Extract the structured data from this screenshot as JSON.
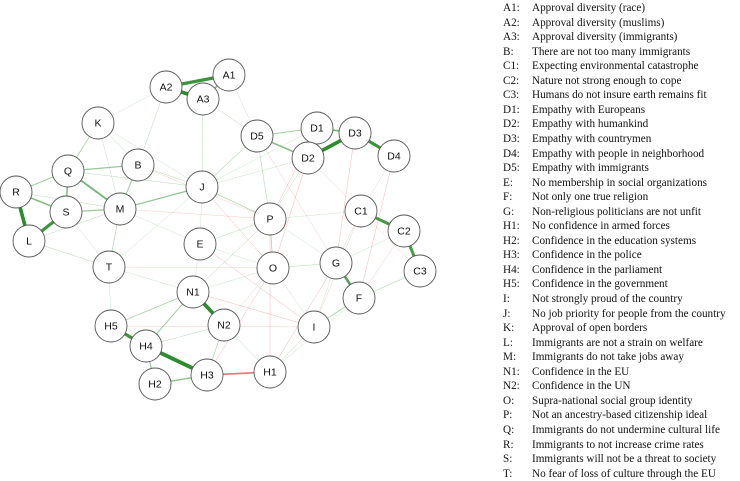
{
  "network": {
    "nodes": [
      {
        "id": "A1"
      },
      {
        "id": "A2"
      },
      {
        "id": "A3"
      },
      {
        "id": "K"
      },
      {
        "id": "D5"
      },
      {
        "id": "D1"
      },
      {
        "id": "D3"
      },
      {
        "id": "D2"
      },
      {
        "id": "D4"
      },
      {
        "id": "Q"
      },
      {
        "id": "B"
      },
      {
        "id": "R"
      },
      {
        "id": "S"
      },
      {
        "id": "M"
      },
      {
        "id": "J"
      },
      {
        "id": "L"
      },
      {
        "id": "P"
      },
      {
        "id": "C1"
      },
      {
        "id": "C2"
      },
      {
        "id": "C3"
      },
      {
        "id": "E"
      },
      {
        "id": "T"
      },
      {
        "id": "O"
      },
      {
        "id": "G"
      },
      {
        "id": "F"
      },
      {
        "id": "N1"
      },
      {
        "id": "N2"
      },
      {
        "id": "H5"
      },
      {
        "id": "I"
      },
      {
        "id": "H4"
      },
      {
        "id": "H3"
      },
      {
        "id": "H1"
      },
      {
        "id": "H2"
      }
    ],
    "edges": [
      {
        "from": "A1",
        "to": "A2",
        "weight": 3.2,
        "sign": "positive"
      },
      {
        "from": "A2",
        "to": "A3",
        "weight": 3.6,
        "sign": "positive"
      },
      {
        "from": "A1",
        "to": "A3",
        "weight": 1.6,
        "sign": "positive"
      },
      {
        "from": "D1",
        "to": "D2",
        "weight": 2.6,
        "sign": "positive"
      },
      {
        "from": "D1",
        "to": "D3",
        "weight": 1.8,
        "sign": "positive"
      },
      {
        "from": "D2",
        "to": "D3",
        "weight": 3.6,
        "sign": "positive"
      },
      {
        "from": "D3",
        "to": "D4",
        "weight": 3.2,
        "sign": "positive"
      },
      {
        "from": "D5",
        "to": "D2",
        "weight": 1.6,
        "sign": "positive"
      },
      {
        "from": "D5",
        "to": "D1",
        "weight": 0.9,
        "sign": "positive"
      },
      {
        "from": "R",
        "to": "L",
        "weight": 3.6,
        "sign": "positive"
      },
      {
        "from": "S",
        "to": "L",
        "weight": 3.2,
        "sign": "positive"
      },
      {
        "from": "R",
        "to": "S",
        "weight": 1.6,
        "sign": "positive"
      },
      {
        "from": "Q",
        "to": "S",
        "weight": 1.6,
        "sign": "positive"
      },
      {
        "from": "Q",
        "to": "M",
        "weight": 1.9,
        "sign": "positive"
      },
      {
        "from": "Q",
        "to": "R",
        "weight": 1.0,
        "sign": "positive"
      },
      {
        "from": "Q",
        "to": "B",
        "weight": 1.2,
        "sign": "positive"
      },
      {
        "from": "S",
        "to": "M",
        "weight": 1.2,
        "sign": "positive"
      },
      {
        "from": "M",
        "to": "J",
        "weight": 1.3,
        "sign": "positive"
      },
      {
        "from": "B",
        "to": "M",
        "weight": 1.0,
        "sign": "positive"
      },
      {
        "from": "K",
        "to": "Q",
        "weight": 0.8,
        "sign": "positive"
      },
      {
        "from": "C1",
        "to": "C2",
        "weight": 3.0,
        "sign": "positive"
      },
      {
        "from": "C2",
        "to": "C3",
        "weight": 3.0,
        "sign": "positive"
      },
      {
        "from": "G",
        "to": "F",
        "weight": 2.6,
        "sign": "positive"
      },
      {
        "from": "N1",
        "to": "N2",
        "weight": 3.8,
        "sign": "positive"
      },
      {
        "from": "H5",
        "to": "H4",
        "weight": 3.2,
        "sign": "positive"
      },
      {
        "from": "H4",
        "to": "H3",
        "weight": 3.8,
        "sign": "positive"
      },
      {
        "from": "H4",
        "to": "H2",
        "weight": 1.2,
        "sign": "positive"
      },
      {
        "from": "H2",
        "to": "H3",
        "weight": 1.4,
        "sign": "positive"
      },
      {
        "from": "H3",
        "to": "H1",
        "weight": 1.8,
        "sign": "negative"
      },
      {
        "from": "N1",
        "to": "H4",
        "weight": 1.0,
        "sign": "positive"
      },
      {
        "from": "N1",
        "to": "H5",
        "weight": 0.8,
        "sign": "positive"
      },
      {
        "from": "N2",
        "to": "H3",
        "weight": 0.7,
        "sign": "positive"
      },
      {
        "from": "P",
        "to": "O",
        "weight": 0.8,
        "sign": "positive"
      },
      {
        "from": "J",
        "to": "P",
        "weight": 0.7,
        "sign": "positive"
      },
      {
        "from": "O",
        "to": "G",
        "weight": 0.6,
        "sign": "positive"
      },
      {
        "from": "I",
        "to": "F",
        "weight": 0.8,
        "sign": "positive"
      },
      {
        "from": "F",
        "to": "C3",
        "weight": 0.6,
        "sign": "positive"
      },
      {
        "from": "T",
        "to": "M",
        "weight": 0.7,
        "sign": "positive"
      },
      {
        "from": "T",
        "to": "L",
        "weight": 0.5,
        "sign": "positive"
      },
      {
        "from": "E",
        "to": "P",
        "weight": 0.5,
        "sign": "positive"
      },
      {
        "from": "D5",
        "to": "J",
        "weight": 0.6,
        "sign": "positive"
      },
      {
        "from": "D5",
        "to": "P",
        "weight": 0.6,
        "sign": "positive"
      },
      {
        "from": "A3",
        "to": "J",
        "weight": 0.5,
        "sign": "positive"
      },
      {
        "from": "A2",
        "to": "B",
        "weight": 0.5,
        "sign": "positive"
      },
      {
        "from": "A3",
        "to": "D5",
        "weight": 0.5,
        "sign": "positive"
      },
      {
        "from": "K",
        "to": "B",
        "weight": 0.5,
        "sign": "positive"
      },
      {
        "from": "K",
        "to": "J",
        "weight": 0.4,
        "sign": "positive"
      },
      {
        "from": "B",
        "to": "J",
        "weight": 0.5,
        "sign": "positive"
      },
      {
        "from": "Q",
        "to": "J",
        "weight": 0.5,
        "sign": "positive"
      },
      {
        "from": "S",
        "to": "T",
        "weight": 0.4,
        "sign": "positive"
      },
      {
        "from": "R",
        "to": "M",
        "weight": 0.5,
        "sign": "positive"
      },
      {
        "from": "L",
        "to": "M",
        "weight": 0.5,
        "sign": "positive"
      },
      {
        "from": "P",
        "to": "N1",
        "weight": 0.5,
        "sign": "positive"
      },
      {
        "from": "P",
        "to": "G",
        "weight": 0.4,
        "sign": "positive"
      },
      {
        "from": "O",
        "to": "N1",
        "weight": 0.4,
        "sign": "positive"
      },
      {
        "from": "O",
        "to": "N2",
        "weight": 0.4,
        "sign": "positive"
      },
      {
        "from": "E",
        "to": "N1",
        "weight": 0.4,
        "sign": "positive"
      },
      {
        "from": "T",
        "to": "N1",
        "weight": 0.4,
        "sign": "positive"
      },
      {
        "from": "T",
        "to": "H5",
        "weight": 0.4,
        "sign": "positive"
      },
      {
        "from": "N2",
        "to": "H1",
        "weight": 0.5,
        "sign": "positive"
      },
      {
        "from": "N2",
        "to": "H4",
        "weight": 0.5,
        "sign": "positive"
      },
      {
        "from": "H5",
        "to": "H3",
        "weight": 0.5,
        "sign": "positive"
      },
      {
        "from": "I",
        "to": "H1",
        "weight": 0.5,
        "sign": "positive"
      },
      {
        "from": "G",
        "to": "C1",
        "weight": 0.4,
        "sign": "positive"
      },
      {
        "from": "G",
        "to": "C2",
        "weight": 0.4,
        "sign": "positive"
      },
      {
        "from": "P",
        "to": "C1",
        "weight": 0.4,
        "sign": "positive"
      },
      {
        "from": "D2",
        "to": "P",
        "weight": 0.4,
        "sign": "positive"
      },
      {
        "from": "D2",
        "to": "J",
        "weight": 0.4,
        "sign": "positive"
      },
      {
        "from": "D1",
        "to": "J",
        "weight": 0.4,
        "sign": "positive"
      },
      {
        "from": "D4",
        "to": "C1",
        "weight": 0.4,
        "sign": "positive"
      },
      {
        "from": "A1",
        "to": "D5",
        "weight": 0.4,
        "sign": "positive"
      },
      {
        "from": "A2",
        "to": "K",
        "weight": 0.4,
        "sign": "positive"
      },
      {
        "from": "J",
        "to": "E",
        "weight": 0.4,
        "sign": "positive"
      },
      {
        "from": "J",
        "to": "T",
        "weight": 0.4,
        "sign": "positive"
      },
      {
        "from": "O",
        "to": "I",
        "weight": 0.4,
        "sign": "positive"
      },
      {
        "from": "G",
        "to": "I",
        "weight": 0.4,
        "sign": "positive"
      },
      {
        "from": "F",
        "to": "H1",
        "weight": 0.4,
        "sign": "positive"
      },
      {
        "from": "E",
        "to": "O",
        "weight": 0.4,
        "sign": "positive"
      },
      {
        "from": "M",
        "to": "E",
        "weight": 0.4,
        "sign": "positive"
      },
      {
        "from": "K",
        "to": "M",
        "weight": 0.4,
        "sign": "positive"
      },
      {
        "from": "D1",
        "to": "P",
        "weight": 0.5,
        "sign": "negative"
      },
      {
        "from": "D3",
        "to": "G",
        "weight": 0.5,
        "sign": "negative"
      },
      {
        "from": "D4",
        "to": "F",
        "weight": 0.5,
        "sign": "negative"
      },
      {
        "from": "D2",
        "to": "O",
        "weight": 0.5,
        "sign": "negative"
      },
      {
        "from": "J",
        "to": "O",
        "weight": 0.5,
        "sign": "negative"
      },
      {
        "from": "E",
        "to": "I",
        "weight": 0.5,
        "sign": "negative"
      },
      {
        "from": "P",
        "to": "H1",
        "weight": 0.5,
        "sign": "negative"
      },
      {
        "from": "O",
        "to": "H3",
        "weight": 0.5,
        "sign": "negative"
      },
      {
        "from": "G",
        "to": "H1",
        "weight": 0.5,
        "sign": "negative"
      },
      {
        "from": "C1",
        "to": "I",
        "weight": 0.4,
        "sign": "negative"
      },
      {
        "from": "B",
        "to": "P",
        "weight": 0.4,
        "sign": "negative"
      },
      {
        "from": "M",
        "to": "P",
        "weight": 0.4,
        "sign": "negative"
      },
      {
        "from": "T",
        "to": "O",
        "weight": 0.4,
        "sign": "negative"
      },
      {
        "from": "N1",
        "to": "I",
        "weight": 0.5,
        "sign": "negative"
      },
      {
        "from": "H5",
        "to": "I",
        "weight": 0.4,
        "sign": "negative"
      },
      {
        "from": "C2",
        "to": "F",
        "weight": 0.4,
        "sign": "negative"
      },
      {
        "from": "D5",
        "to": "G",
        "weight": 0.4,
        "sign": "negative"
      },
      {
        "from": "D2",
        "to": "C3",
        "weight": 0.4,
        "sign": "negative"
      }
    ],
    "colors": {
      "positive": "#2e8b2e",
      "negative": "#d62b2b",
      "node_fill": "#ffffff",
      "node_stroke": "#555555"
    }
  },
  "legend": {
    "items": [
      {
        "code": "A1:",
        "text": "Approval  diversity (race)"
      },
      {
        "code": "A2:",
        "text": "Approval diversity (muslims)"
      },
      {
        "code": "A3:",
        "text": "Approval diversity (immigrants)"
      },
      {
        "code": "B:",
        "text": "There are not too many immigrants"
      },
      {
        "code": "C1:",
        "text": "Expecting environmental catastrophe"
      },
      {
        "code": "C2:",
        "text": "Nature not strong enough to cope"
      },
      {
        "code": "C3:",
        "text": "Humans do not insure earth remains fit"
      },
      {
        "code": "D1:",
        "text": "Empathy with Europeans"
      },
      {
        "code": "D2:",
        "text": "Empathy with humankind"
      },
      {
        "code": "D3:",
        "text": "Empathy with countrymen"
      },
      {
        "code": "D4:",
        "text": "Empathy with people in neighborhood"
      },
      {
        "code": "D5:",
        "text": "Empathy with immigrants"
      },
      {
        "code": "E:",
        "text": "No membership in social organizations"
      },
      {
        "code": "F:",
        "text": "Not only one true religion"
      },
      {
        "code": "G:",
        "text": "Non-religious politicians are not unfit"
      },
      {
        "code": "H1:",
        "text": "No confidence in armed forces"
      },
      {
        "code": "H2:",
        "text": "Confidence in the education systems"
      },
      {
        "code": "H3:",
        "text": "Confidence in the police"
      },
      {
        "code": "H4:",
        "text": "Confidence in the parliament"
      },
      {
        "code": "H5:",
        "text": "Confidence in the government"
      },
      {
        "code": "I:",
        "text": "Not strongly proud of the country"
      },
      {
        "code": "J:",
        "text": "No job priority for people from the country"
      },
      {
        "code": "K:",
        "text": "Approval of open borders"
      },
      {
        "code": "L:",
        "text": "Immigrants are not a strain on welfare"
      },
      {
        "code": "M:",
        "text": "Immigrants do not take jobs away"
      },
      {
        "code": "N1:",
        "text": "Confidence in the EU"
      },
      {
        "code": "N2:",
        "text": "Confidence in the UN"
      },
      {
        "code": "O:",
        "text": "Supra-national social group identity"
      },
      {
        "code": "P:",
        "text": "Not an ancestry-based citizenship ideal"
      },
      {
        "code": "Q:",
        "text": "Immigrants do not undermine cultural life"
      },
      {
        "code": "R:",
        "text": "Immigrants to not increase crime rates"
      },
      {
        "code": "S:",
        "text": "Immigrants will not be a threat to society"
      },
      {
        "code": "T:",
        "text": "No fear of loss of culture through the EU"
      }
    ]
  }
}
